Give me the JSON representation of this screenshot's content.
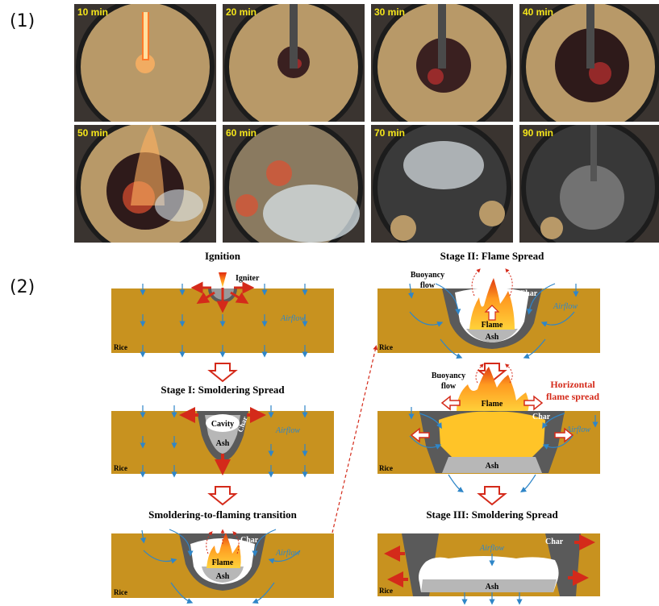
{
  "panel_labels": [
    "(1)",
    "(2)"
  ],
  "photos": [
    {
      "time": "10 min"
    },
    {
      "time": "20 min"
    },
    {
      "time": "30 min"
    },
    {
      "time": "40 min"
    },
    {
      "time": "50 min"
    },
    {
      "time": "60 min"
    },
    {
      "time": "70 min"
    },
    {
      "time": "90 min"
    }
  ],
  "diagram": {
    "ignition": {
      "title": "Ignition",
      "igniter": "Igniter",
      "airflow": "Airflow",
      "rice": "Rice"
    },
    "stage1": {
      "title": "Stage I: Smoldering Spread",
      "cavity": "Cavity",
      "char": "Char",
      "ash": "Ash",
      "airflow": "Airflow",
      "rice": "Rice"
    },
    "transition": {
      "title": "Smoldering-to-flaming transition",
      "char": "Char",
      "flame": "Flame",
      "ash": "Ash",
      "airflow": "Airflow",
      "rice": "Rice"
    },
    "stage2": {
      "title": "Stage II: Flame Spread",
      "buoyancy": [
        "Buoyancy",
        "flow"
      ],
      "char": "Char",
      "flame": "Flame",
      "ash": "Ash",
      "airflow": "Airflow",
      "rice": "Rice"
    },
    "stage2b": {
      "buoyancy": [
        "Buoyancy",
        "flow"
      ],
      "flame": "Flame",
      "horizontal": [
        "Horizontal",
        "flame spread"
      ],
      "char": "Char",
      "ash": "Ash",
      "airflow": "Airflow",
      "rice": "Rice"
    },
    "stage3": {
      "title": "Stage III: Smoldering Spread",
      "airflow": "Airflow",
      "char": "Char",
      "ash": "Ash",
      "rice": "Rice"
    }
  },
  "colors": {
    "rice": "#c8921f",
    "char": "#5a5a5a",
    "ash": "#b7b7b7",
    "airflow": "#2f86c8",
    "arrow": "#d42a1a",
    "time": "#f5e61a"
  }
}
